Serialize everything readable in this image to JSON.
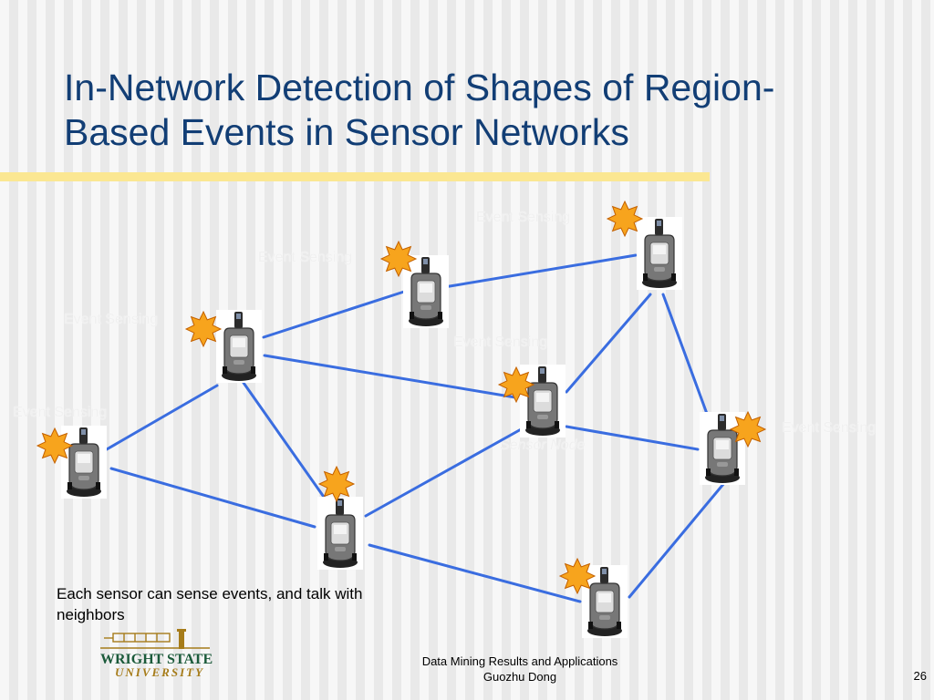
{
  "slide": {
    "title_line1": "In-Network Detection of Shapes of Region-",
    "title_line2": "Based Events in Sensor Networks",
    "caption": "Each sensor can sense events, and talk with neighbors",
    "footer_line1": "Data Mining Results and Applications",
    "footer_line2": "Guozhu Dong",
    "slide_number": "26"
  },
  "ghost_labels": [
    "Event Sensing",
    "Event Sensing",
    "Event Sensing",
    "Event Sensing",
    "Event Sensing",
    "Event Sensing",
    "Sensor Node"
  ],
  "logo": {
    "line1": "WRIGHT STATE",
    "line2": "UNIVERSITY"
  },
  "colors": {
    "title": "#123e75",
    "link": "#3a6de0",
    "burst": "#f7a41d",
    "accent_bar": "#fbe792",
    "logo_gold": "#a67c1a",
    "logo_green": "#1b5a3a"
  },
  "icons": {
    "sensor": "sensor-node-icon",
    "event": "event-burst-icon"
  }
}
